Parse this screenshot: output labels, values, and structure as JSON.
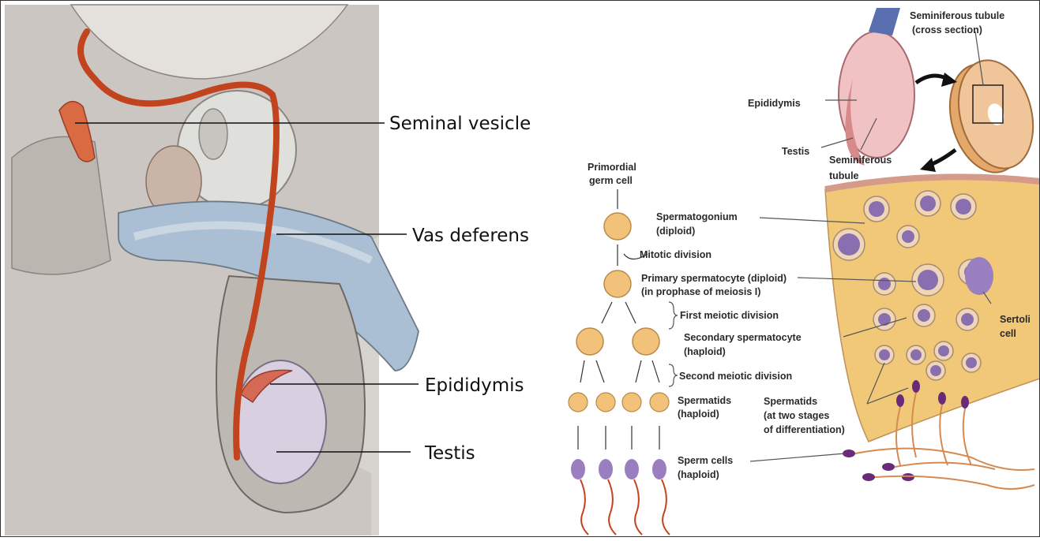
{
  "left_panel": {
    "labels": {
      "seminal_vesicle": "Seminal vesicle",
      "vas_deferens": "Vas deferens",
      "epididymis": "Epididymis",
      "testis": "Testis"
    }
  },
  "right_panel": {
    "tubule_labels": {
      "cross_section_1": "Seminiferous tubule",
      "cross_section_2": "(cross section)",
      "epididymis": "Epididymis",
      "testis": "Testis",
      "seminiferous_1": "Seminiferous",
      "seminiferous_2": "tubule"
    },
    "stages": {
      "primordial_1": "Primordial",
      "primordial_2": "germ cell",
      "spermatogonium_1": "Spermatogonium",
      "spermatogonium_2": "(diploid)",
      "mitotic": "Mitotic division",
      "primary_1": "Primary spermatocyte (diploid)",
      "primary_2": "(in prophase of meiosis I)",
      "first_meiotic": "First meiotic division",
      "secondary_1": "Secondary spermatocyte",
      "secondary_2": "(haploid)",
      "second_meiotic": "Second meiotic division",
      "spermatids_1": "Spermatids",
      "spermatids_2": "(haploid)",
      "spermatids_stages_1": "Spermatids",
      "spermatids_stages_2": "(at two stages",
      "spermatids_stages_3": "of differentiation)",
      "sperm_cells_1": "Sperm cells",
      "sperm_cells_2": "(haploid)",
      "sertoli_1": "Sertoli",
      "sertoli_2": "cell"
    }
  },
  "colors": {
    "skin": "#c9c4be",
    "duct": "#c2441e",
    "tubule_wall": "#f2c878",
    "cell_nucleus": "#8a6fb0",
    "sperm_head": "#6a2a7a"
  }
}
